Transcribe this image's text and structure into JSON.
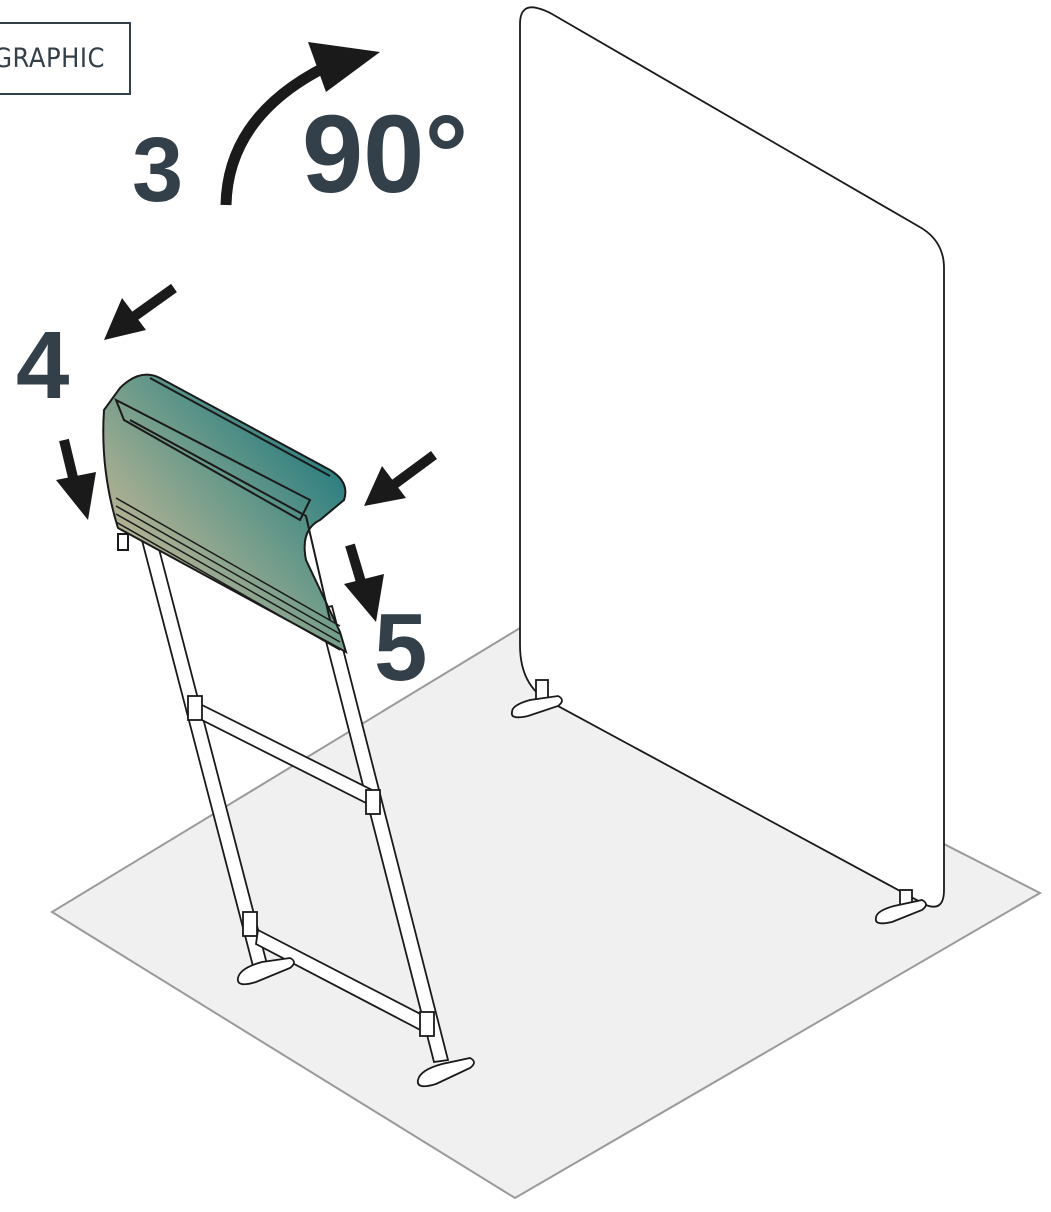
{
  "tag": {
    "text": "GRAPHIC"
  },
  "steps": [
    {
      "number": "3"
    },
    {
      "number": "4"
    },
    {
      "number": "5"
    }
  ],
  "rotation": {
    "text": "90°"
  },
  "colors": {
    "text": "#333f49",
    "floor": "#f0f0f0",
    "floor_edge": "#9a9a9a",
    "stroke": "#1a1a1a",
    "graphic_gradient": [
      "#f4c79a",
      "#006a7a"
    ]
  },
  "icons": [
    "rotate-arrow-icon",
    "press-arrow-icon",
    "down-arrow-icon"
  ]
}
